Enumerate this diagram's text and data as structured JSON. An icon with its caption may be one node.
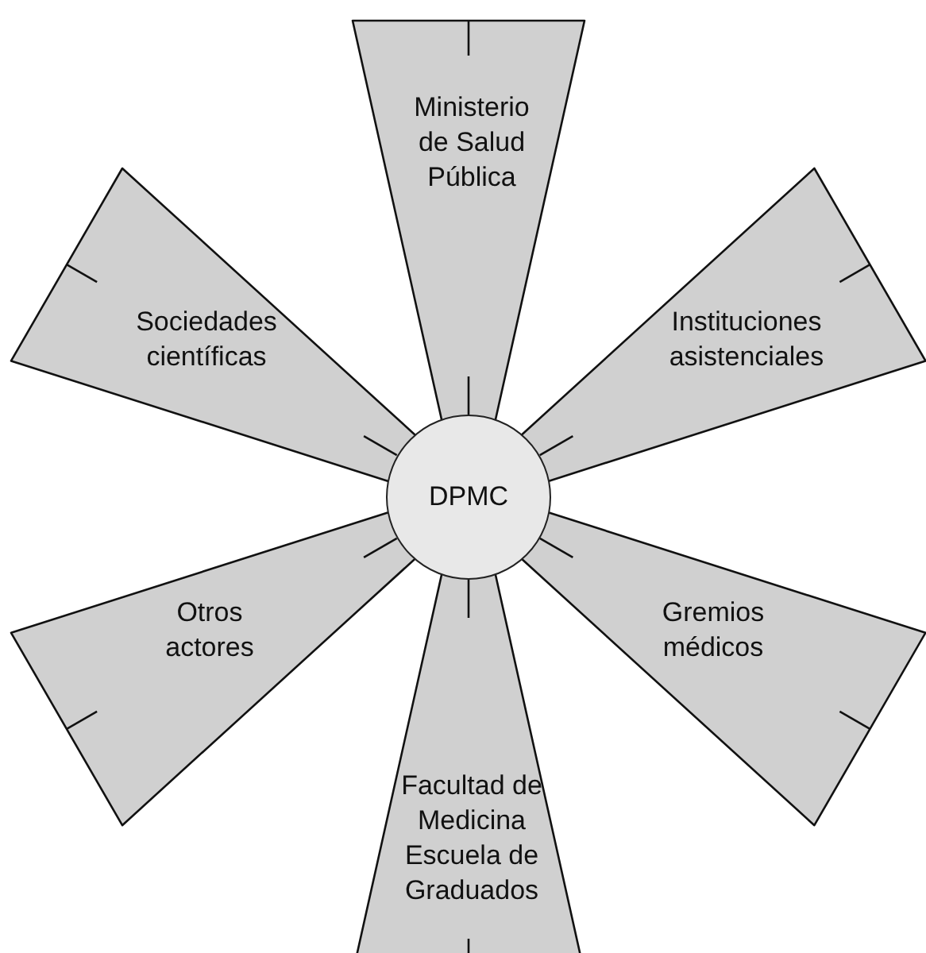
{
  "diagram": {
    "nodes": [
      {
        "text": [
          "Ministerio de Salud Pública"
        ]
      },
      {
        "text": [
          "Sociedades científicas"
        ]
      },
      {
        "text": [
          "Instituciones asistenciales"
        ]
      },
      {
        "text": [
          "DPMC"
        ]
      },
      {
        "text": [
          "Otros actores"
        ]
      },
      {
        "text": [
          "Gremios médicos"
        ]
      },
      {
        "text": [
          "Facultad de Medicina",
          "Escuela de Graduados"
        ]
      }
    ]
  }
}
